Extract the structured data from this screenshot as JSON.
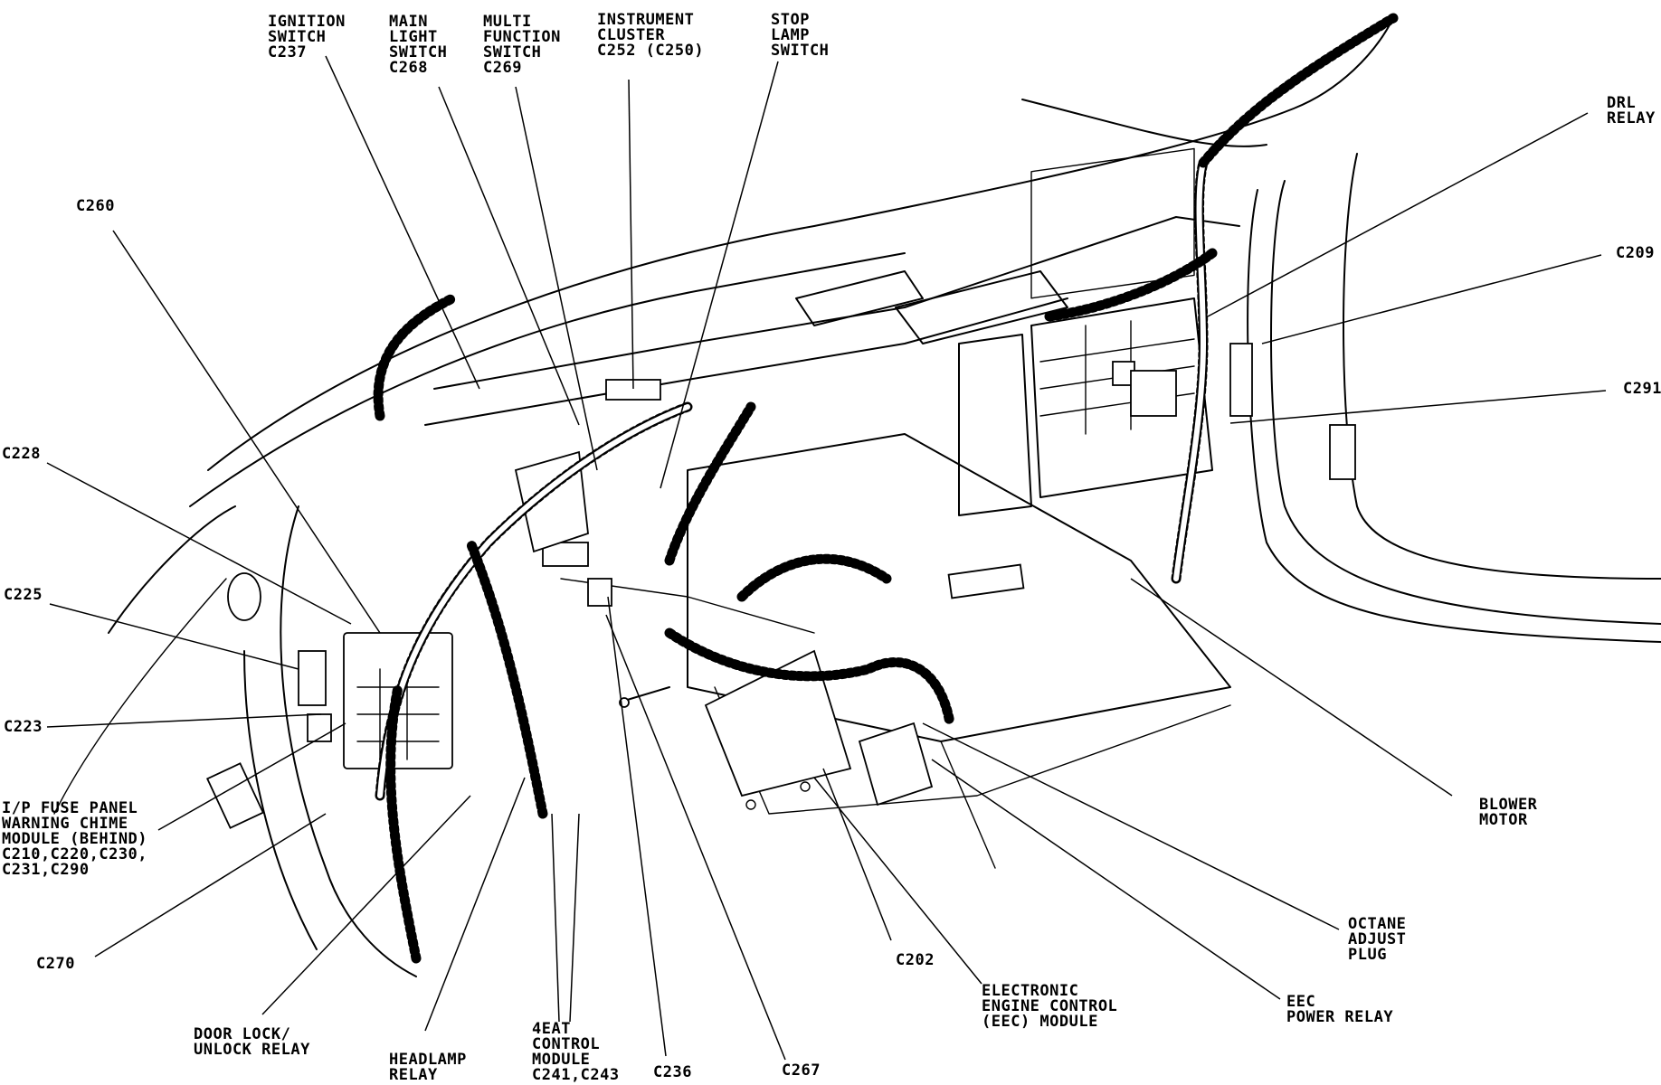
{
  "labels": {
    "ignition_switch": "IGNITION\nSWITCH\nC237",
    "main_light_switch": "MAIN\nLIGHT\nSWITCH\nC268",
    "multi_function_switch": "MULTI\nFUNCTION\nSWITCH\nC269",
    "instrument_cluster": "INSTRUMENT\nCLUSTER\nC252 (C250)",
    "stop_lamp_switch": "STOP\nLAMP\nSWITCH",
    "drl_relay": "DRL\nRELAY",
    "c260": "C260",
    "c209": "C209",
    "c291": "C291",
    "c228": "C228",
    "c225": "C225",
    "c223": "C223",
    "ip_fuse_panel": "I/P FUSE PANEL\nWARNING CHIME\nMODULE (BEHIND)\nC210,C220,C230,\nC231,C290",
    "blower_motor": "BLOWER\nMOTOR",
    "octane_adjust_plug": "OCTANE\nADJUST\nPLUG",
    "c270": "C270",
    "c202": "C202",
    "eec_module": "ELECTRONIC\nENGINE CONTROL\n(EEC) MODULE",
    "eec_power_relay": "EEC\nPOWER RELAY",
    "door_lock_relay": "DOOR LOCK/\nUNLOCK RELAY",
    "headlamp_relay": "HEADLAMP\nRELAY",
    "control_module_4eat": "4EAT\nCONTROL\nMODULE\nC241,C243",
    "c236": "C236",
    "c267": "C267"
  }
}
